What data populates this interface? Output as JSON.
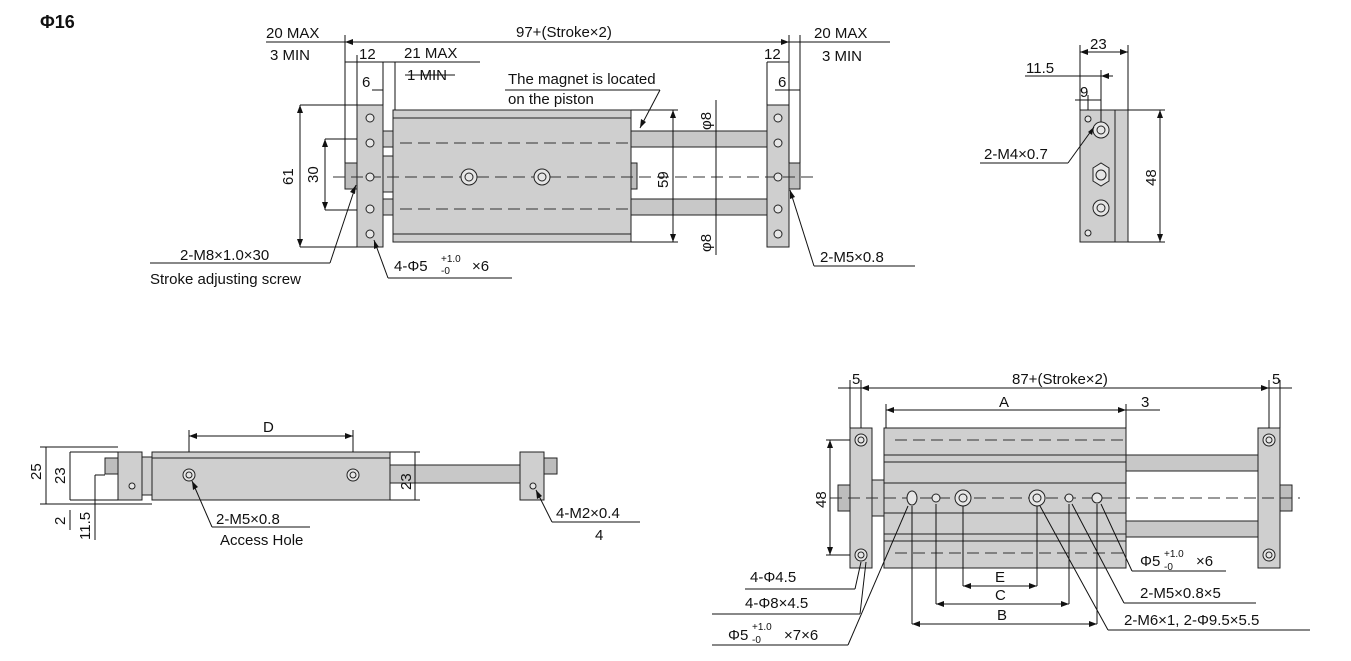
{
  "title": "Φ16",
  "top_view": {
    "left_max": "20 MAX",
    "left_min": "3 MIN",
    "total": "97+(Stroke×2)",
    "right_max": "20 MAX",
    "right_min": "3 MIN",
    "dim_12_left": "12",
    "dim_21max": "21 MAX",
    "dim_1min": "1 MIN",
    "dim_6_left": "6",
    "dim_12_right": "12",
    "dim_6_right": "6",
    "magnet_line1": "The magnet is located",
    "magnet_line2": "on the piston",
    "dim_61": "61",
    "dim_30": "30",
    "dim_59": "59",
    "rod_dia_top": "φ8",
    "rod_dia_bottom": "φ8",
    "screw_label": "2-M8×1.0×30",
    "screw_desc": "Stroke adjusting screw",
    "hole_label_prefix": "4-Φ5",
    "hole_tol_plus": "+1.0",
    "hole_tol_minus": "-0",
    "hole_label_suffix": "×6",
    "port_label": "2-M5×0.8"
  },
  "end_view": {
    "dim_23": "23",
    "dim_11_5": "11.5",
    "dim_9": "9",
    "dim_48": "48",
    "thread_label": "2-M4×0.7"
  },
  "side_view": {
    "dim_D": "D",
    "dim_25": "25",
    "dim_23_left": "23",
    "dim_23_right": "23",
    "dim_2": "2",
    "dim_11_5": "11.5",
    "access_label": "2-M5×0.8",
    "access_desc": "Access Hole",
    "m2_label": "4-M2×0.4",
    "m2_depth": "4"
  },
  "bottom_view": {
    "dim_5_left": "5",
    "total": "87+(Stroke×2)",
    "dim_5_right": "5",
    "dim_A": "A",
    "dim_3": "3",
    "dim_48": "48",
    "dim_E": "E",
    "dim_C": "C",
    "dim_B": "B",
    "label_4_45": "4-Φ4.5",
    "label_4_8": "4-Φ8×4.5",
    "label_phi5_prefix": "Φ5",
    "label_phi5_suffix": "×7×6",
    "tol_plus": "+1.0",
    "tol_minus": "-0",
    "right_phi5_prefix": "Φ5",
    "right_phi5_suffix": "×6",
    "label_m5": "2-M5×0.8×5",
    "label_m6": "2-M6×1,  2-Φ9.5×5.5"
  }
}
